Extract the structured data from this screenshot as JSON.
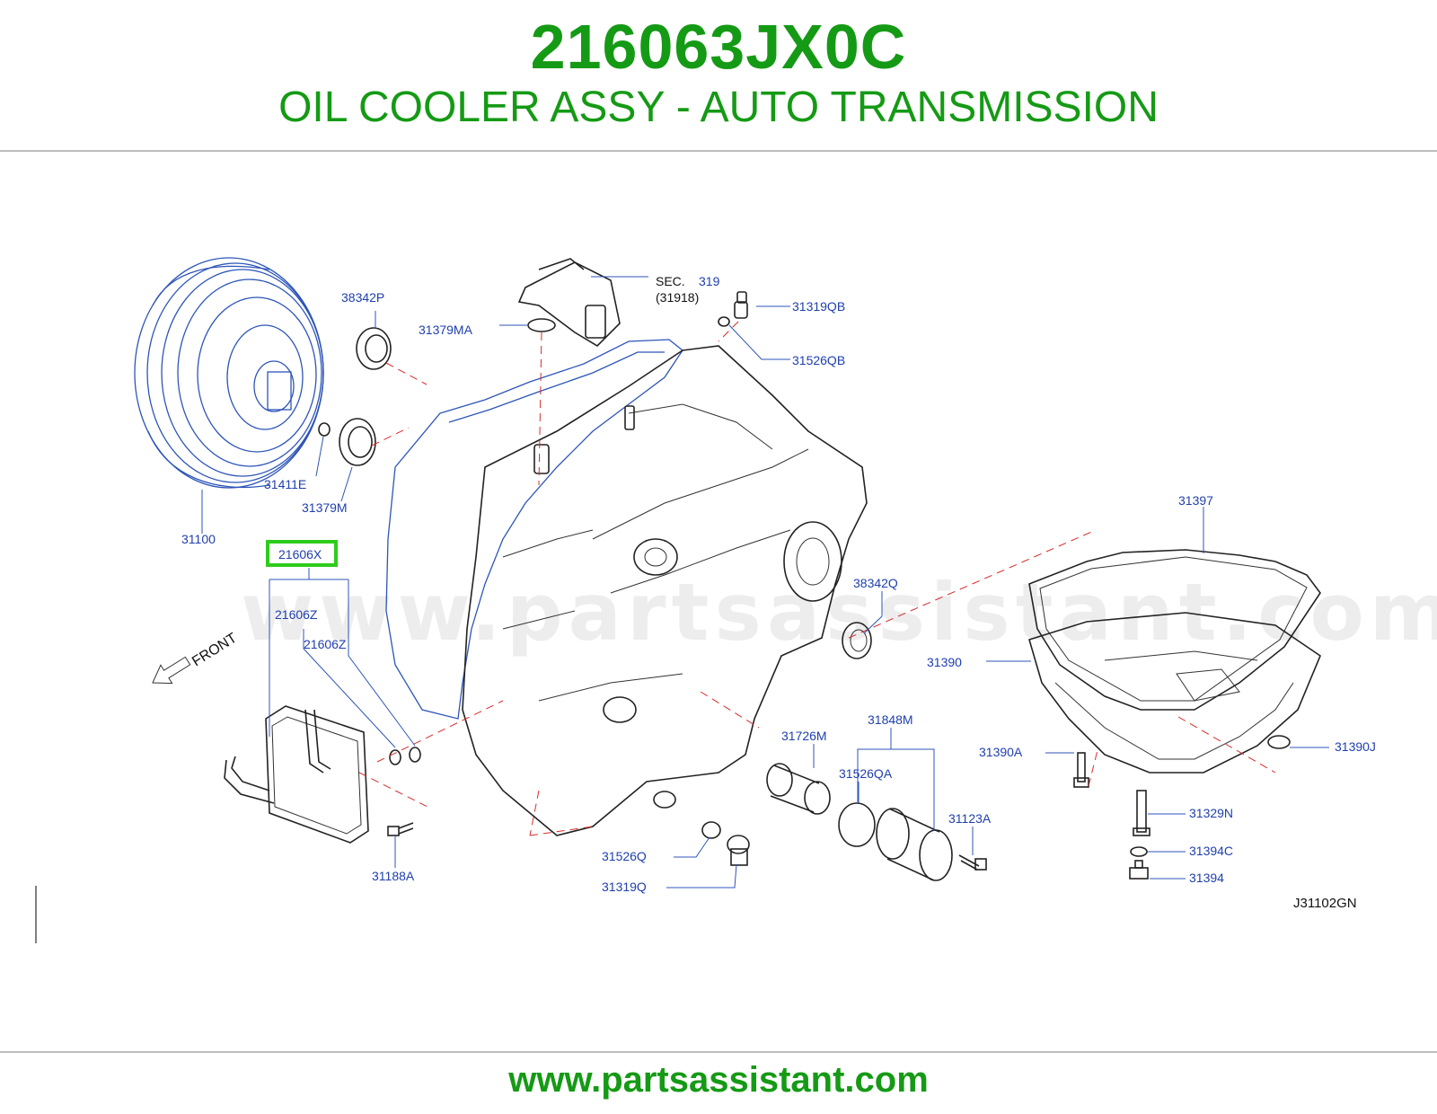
{
  "header": {
    "part_number": "216063JX0C",
    "description": "OIL COOLER ASSY - AUTO TRANSMISSION"
  },
  "footer": {
    "url": "www.partsassistant.com"
  },
  "watermark": "www.partsassistant.com",
  "diagram": {
    "code": "J31102GN",
    "front_label": "FRONT",
    "section_ref": {
      "prefix": "SEC.",
      "number": "319",
      "sub": "(31918)"
    },
    "highlight_color": "#2ecc1a",
    "labels": {
      "p38342P": "38342P",
      "p31379MA": "31379MA",
      "p31319QB": "31319QB",
      "p31526QB": "31526QB",
      "p31411E": "31411E",
      "p31379M": "31379M",
      "p31100": "31100",
      "p21606X": "21606X",
      "p21606Z_a": "21606Z",
      "p21606Z_b": "21606Z",
      "p38342Q": "38342Q",
      "p31397": "31397",
      "p31390": "31390",
      "p31390A": "31390A",
      "p31390J": "31390J",
      "p31726M": "31726M",
      "p31848M": "31848M",
      "p31526QA": "31526QA",
      "p31123A": "31123A",
      "p31329N": "31329N",
      "p31394C": "31394C",
      "p31394": "31394",
      "p31526Q": "31526Q",
      "p31319Q": "31319Q",
      "p31188A": "31188A"
    }
  }
}
